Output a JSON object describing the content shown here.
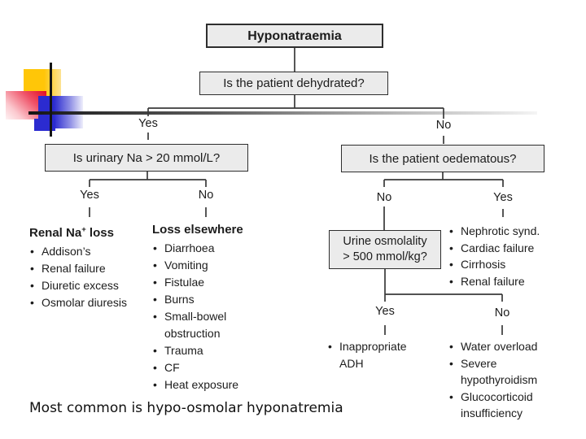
{
  "colors": {
    "box_fill": "#ebebeb",
    "box_border": "#2e2e2e",
    "line": "#3a3a3a",
    "yellow": "#ffc608",
    "red": "#e30b20",
    "blue": "#2b2bd0"
  },
  "flowchart": {
    "root": "Hyponatraemia",
    "q_dehydrated": "Is the patient dehydrated?",
    "q_urinary": "Is urinary Na > 20 mmol/L?",
    "q_oedematous": "Is the patient oedematous?",
    "q_urine": {
      "line1": "Urine osmolality",
      "line2": "> 500 mmol/kg?"
    },
    "labels": {
      "yes": "Yes",
      "no": "No"
    },
    "renal_loss": {
      "header_pre": "Renal Na",
      "header_sup": "+",
      "header_post": " loss",
      "items": [
        "Addison’s",
        "Renal failure",
        "Diuretic excess",
        "Osmolar diuresis"
      ]
    },
    "loss_elsewhere": {
      "header": "Loss elsewhere",
      "items": [
        "Diarrhoea",
        "Vomiting",
        "Fistulae",
        "Burns",
        "Small-bowel obstruction",
        "Trauma",
        "CF",
        "Heat exposure"
      ]
    },
    "oedematous_yes": {
      "items": [
        "Nephrotic synd.",
        "Cardiac failure",
        "Cirrhosis",
        "Renal failure"
      ]
    },
    "urine_yes": {
      "items": [
        "Inappropriate ADH"
      ]
    },
    "urine_no": {
      "items": [
        "Water overload",
        "Severe hypothyroidism",
        "Glucocorticoid insufficiency"
      ]
    }
  },
  "caption": {
    "text": "Most common is hypo-osmolar hyponatremia"
  }
}
